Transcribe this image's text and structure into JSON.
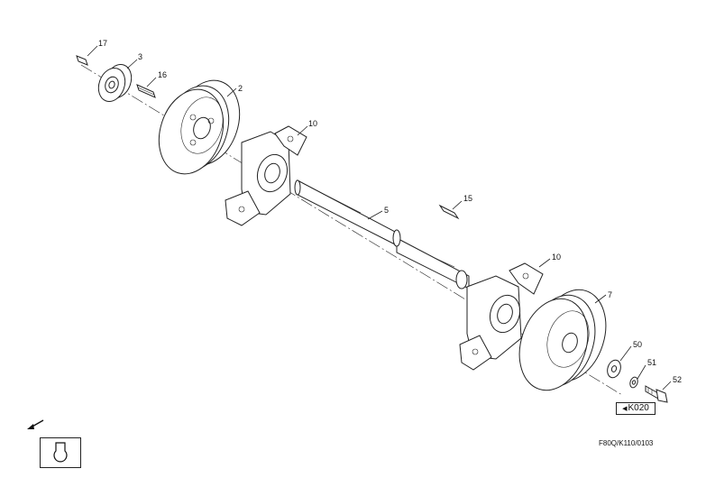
{
  "callouts": [
    {
      "id": "17",
      "label": "17"
    },
    {
      "id": "3",
      "label": "3"
    },
    {
      "id": "16",
      "label": "16"
    },
    {
      "id": "2",
      "label": "2"
    },
    {
      "id": "10a",
      "label": "10"
    },
    {
      "id": "5",
      "label": "5"
    },
    {
      "id": "15",
      "label": "15"
    },
    {
      "id": "10b",
      "label": "10"
    },
    {
      "id": "7",
      "label": "7"
    },
    {
      "id": "50",
      "label": "50"
    },
    {
      "id": "51",
      "label": "51"
    },
    {
      "id": "52",
      "label": "52"
    }
  ],
  "reference_tag": "K020",
  "document_code": "F80Q/K110/0103",
  "icons": {
    "direction": "arrow-down-left-icon",
    "view_symbol": "key-slot-symbol-icon",
    "ref_pointer": "triangle-left-icon"
  }
}
